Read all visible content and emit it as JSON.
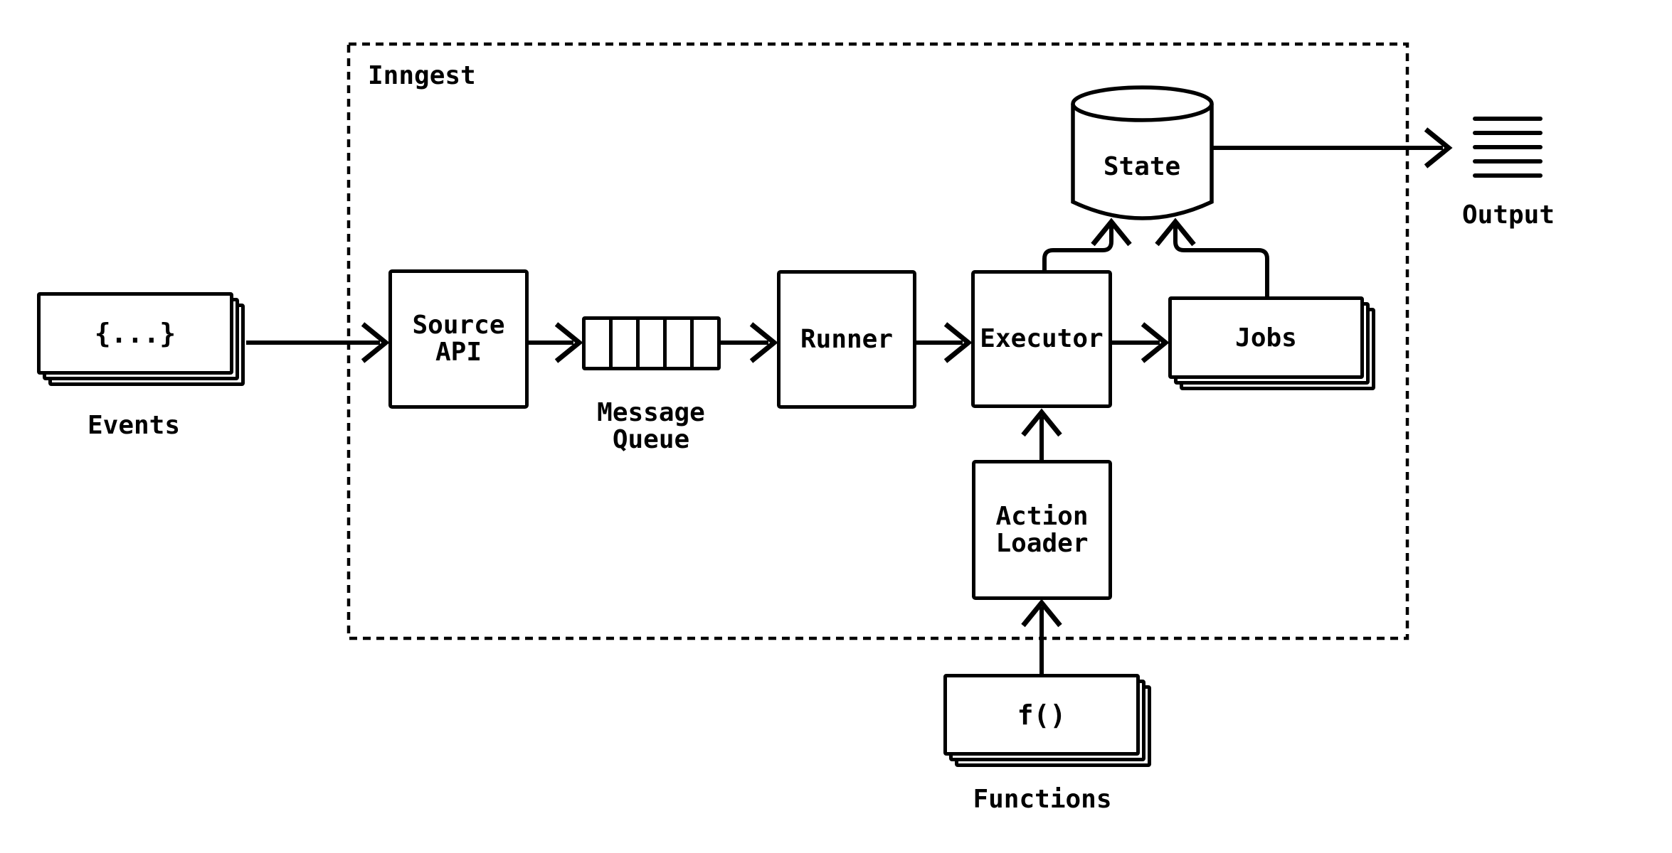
{
  "colors": {
    "ink": "#000000",
    "background": "#ffffff"
  },
  "boundary": {
    "label": "Inngest"
  },
  "nodes": {
    "events": {
      "symbol": "{...}",
      "caption": "Events",
      "stack_count": 3
    },
    "source_api": {
      "label": "Source\nAPI"
    },
    "message_queue": {
      "caption": "Message\nQueue",
      "cells": 5
    },
    "runner": {
      "label": "Runner"
    },
    "executor": {
      "label": "Executor"
    },
    "jobs": {
      "label": "Jobs",
      "stack_count": 3
    },
    "state": {
      "label": "State",
      "shape": "database-cylinder"
    },
    "action_loader": {
      "label": "Action\nLoader"
    },
    "functions": {
      "symbol": "f()",
      "caption": "Functions",
      "stack_count": 3
    },
    "output": {
      "label": "Output",
      "icon": "output-lines-icon",
      "icon_lines": 5
    }
  },
  "connections": [
    {
      "from": "events",
      "to": "source_api"
    },
    {
      "from": "source_api",
      "to": "message_queue"
    },
    {
      "from": "message_queue",
      "to": "runner"
    },
    {
      "from": "runner",
      "to": "executor"
    },
    {
      "from": "executor",
      "to": "jobs"
    },
    {
      "from": "executor",
      "to": "state"
    },
    {
      "from": "jobs",
      "to": "state"
    },
    {
      "from": "action_loader",
      "to": "executor"
    },
    {
      "from": "functions",
      "to": "action_loader"
    },
    {
      "from": "state",
      "to": "output"
    }
  ]
}
